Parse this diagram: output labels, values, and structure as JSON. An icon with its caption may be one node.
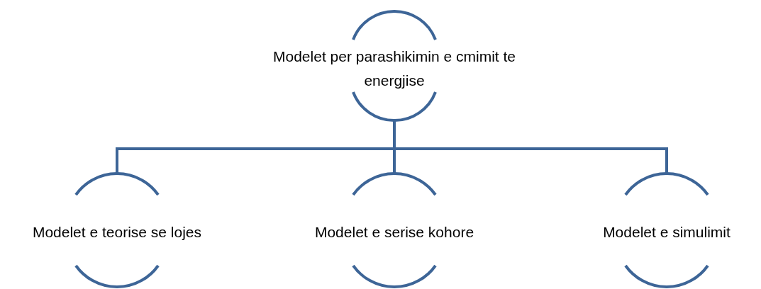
{
  "diagram": {
    "nodes": [
      {
        "text": [
          "Modelet per parashikimin e cmimit te energjise"
        ]
      },
      {
        "text": [
          "Modelet e teorise se lojes"
        ]
      },
      {
        "text": [
          "Modelet e serise kohore"
        ]
      },
      {
        "text": [
          "Modelet e simulimit"
        ]
      }
    ],
    "edges": [
      {
        "from": 0,
        "to": 1,
        "arrow": "none"
      },
      {
        "from": 0,
        "to": 2,
        "arrow": "none"
      },
      {
        "from": 0,
        "to": 3,
        "arrow": "none"
      }
    ]
  }
}
